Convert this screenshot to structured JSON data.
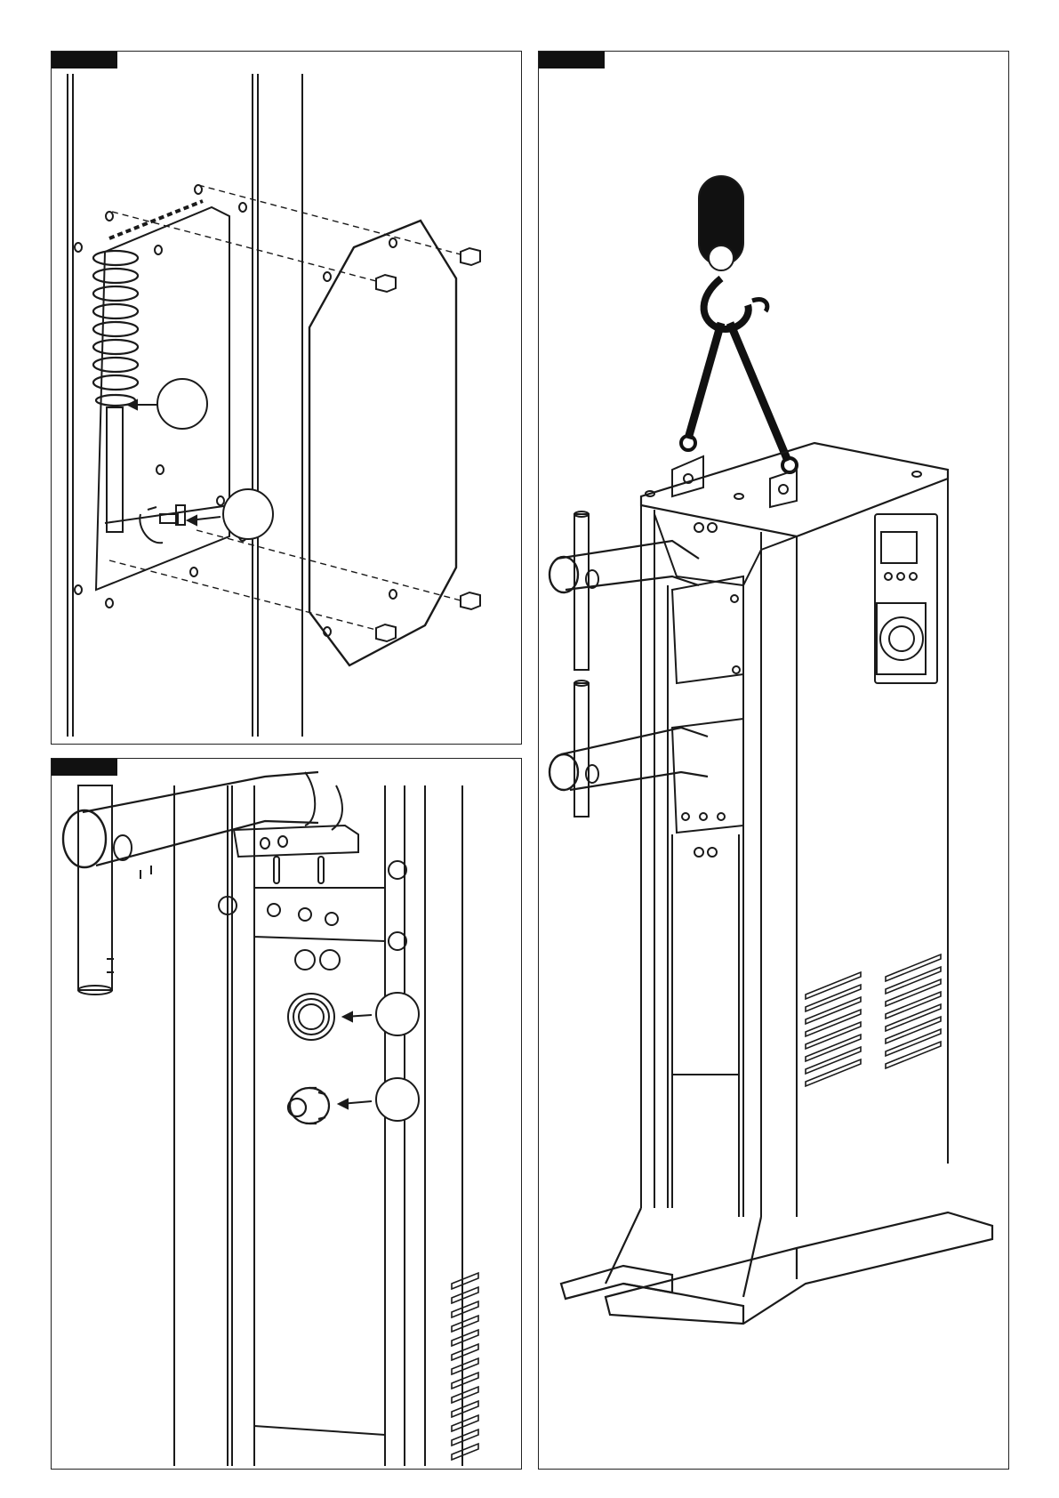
{
  "page": {
    "background": "#ffffff",
    "line_color": "#1a1a1a"
  },
  "panels": [
    {
      "id": "panel-top-left",
      "tab_color": "#111111",
      "tab_text": "",
      "callouts": [
        {
          "icon": "callout-circle",
          "text": ""
        },
        {
          "icon": "callout-circle",
          "text": ""
        }
      ]
    },
    {
      "id": "panel-bottom-left",
      "tab_color": "#111111",
      "tab_text": "",
      "callouts": [
        {
          "icon": "callout-circle",
          "text": ""
        },
        {
          "icon": "callout-circle",
          "text": ""
        }
      ]
    },
    {
      "id": "panel-right",
      "tab_color": "#111111",
      "tab_text": "",
      "callouts": []
    }
  ]
}
